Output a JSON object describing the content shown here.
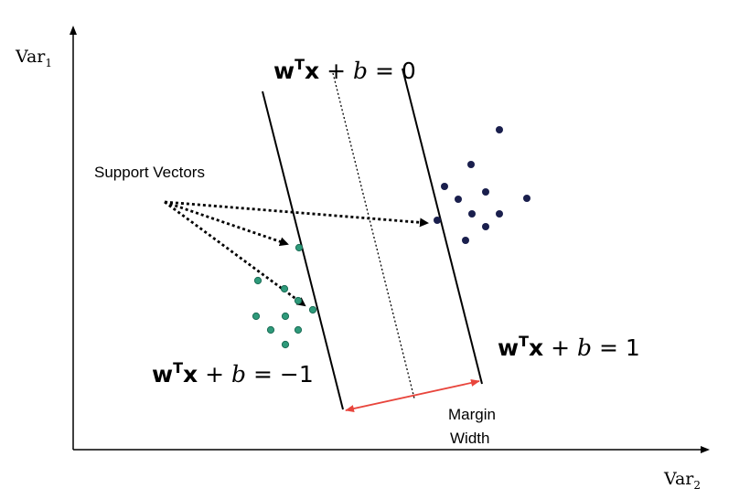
{
  "axes": {
    "y_label": "Var",
    "y_label_sub": "1",
    "x_label": "Var",
    "x_label_sub": "2"
  },
  "equations": {
    "center": {
      "w": "w",
      "sup": "T",
      "x": "x",
      "rest": " + ",
      "b": "b",
      "tail": " = 0"
    },
    "upper": {
      "w": "w",
      "sup": "T",
      "x": "x",
      "rest": " + ",
      "b": "b",
      "tail": " = 1"
    },
    "lower": {
      "w": "w",
      "sup": "T",
      "x": "x",
      "rest": " + ",
      "b": "b",
      "tail": " = −1"
    }
  },
  "labels": {
    "support_vectors": "Support Vectors",
    "margin_line1": "Margin",
    "margin_line2": "Width"
  },
  "colors": {
    "class_positive": "#1a1f4d",
    "class_negative": "#2e9a7a",
    "margin_arrow": "#e8453c",
    "lines": "#000000"
  }
}
